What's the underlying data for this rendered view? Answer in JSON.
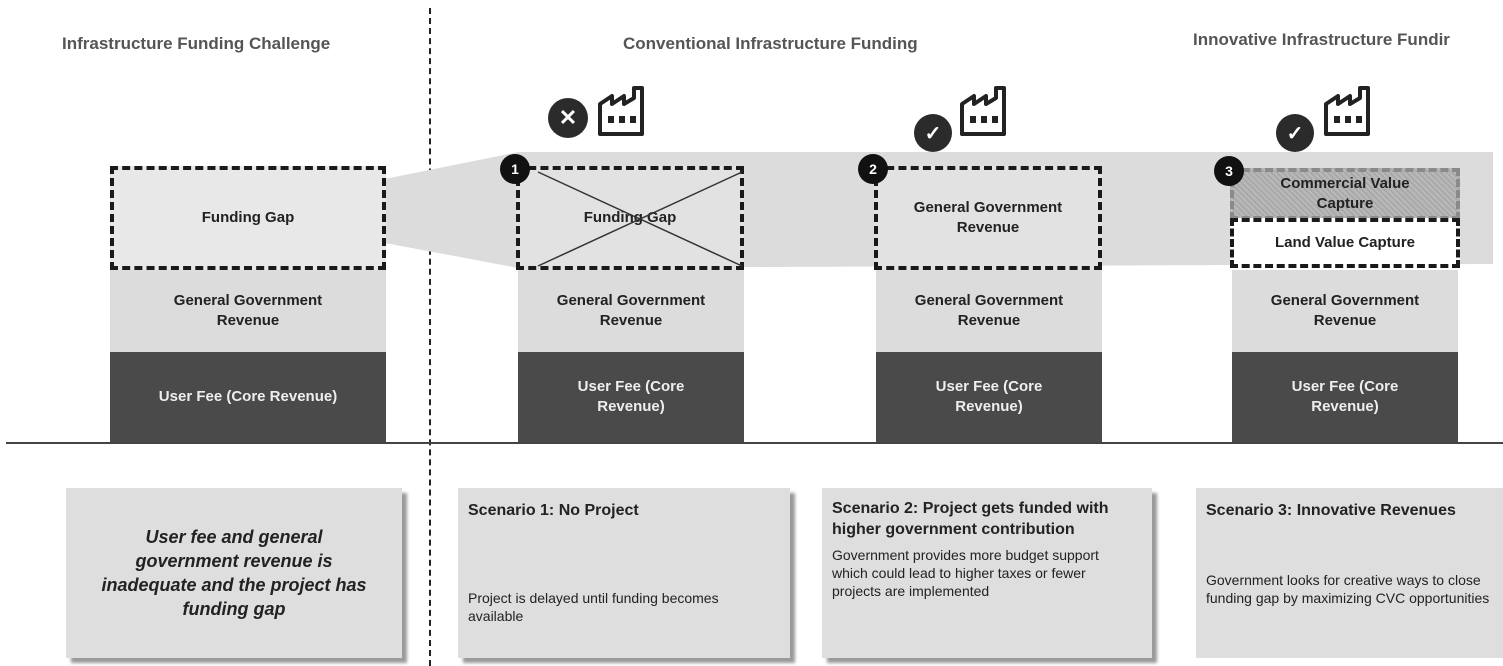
{
  "headings": {
    "challenge": "Infrastructure Funding Challenge",
    "conventional": "Conventional Infrastructure Funding",
    "innovative": "Innovative Infrastructure Fundir"
  },
  "challenge": {
    "gap_label": "Funding Gap",
    "gov_label": "General Government Revenue",
    "fee_label": "User Fee (Core Revenue)",
    "card_text": "User fee and general government revenue is inadequate and the project has funding gap"
  },
  "scenario1": {
    "badge": "1",
    "status_icon": "cross-icon",
    "gap_label": "Funding Gap",
    "gov_label": "General Government Revenue",
    "fee_label": "User Fee (Core Revenue)",
    "card_title": "Scenario 1: No Project",
    "card_body": "Project is delayed until funding becomes available"
  },
  "scenario2": {
    "badge": "2",
    "status_icon": "check-icon",
    "extra_label": "General Government Revenue",
    "gov_label": "General Government Revenue",
    "fee_label": "User Fee (Core Revenue)",
    "card_title": "Scenario 2: Project gets funded with higher government contribution",
    "card_body": "Government provides more budget support which could lead to higher taxes or fewer projects are implemented"
  },
  "scenario3": {
    "badge": "3",
    "status_icon": "check-icon",
    "cvc_label": "Commercial Value Capture",
    "lvc_label": "Land Value Capture",
    "gov_label": "General Government Revenue",
    "fee_label": "User Fee (Core Revenue)",
    "card_title": "Scenario 3: Innovative Revenues",
    "card_body": "Government looks for creative ways to close funding gap by maximizing CVC opportunities"
  },
  "colors": {
    "band": "#dcdcdc",
    "fee": "#4a4a4a",
    "card": "#dedede"
  }
}
